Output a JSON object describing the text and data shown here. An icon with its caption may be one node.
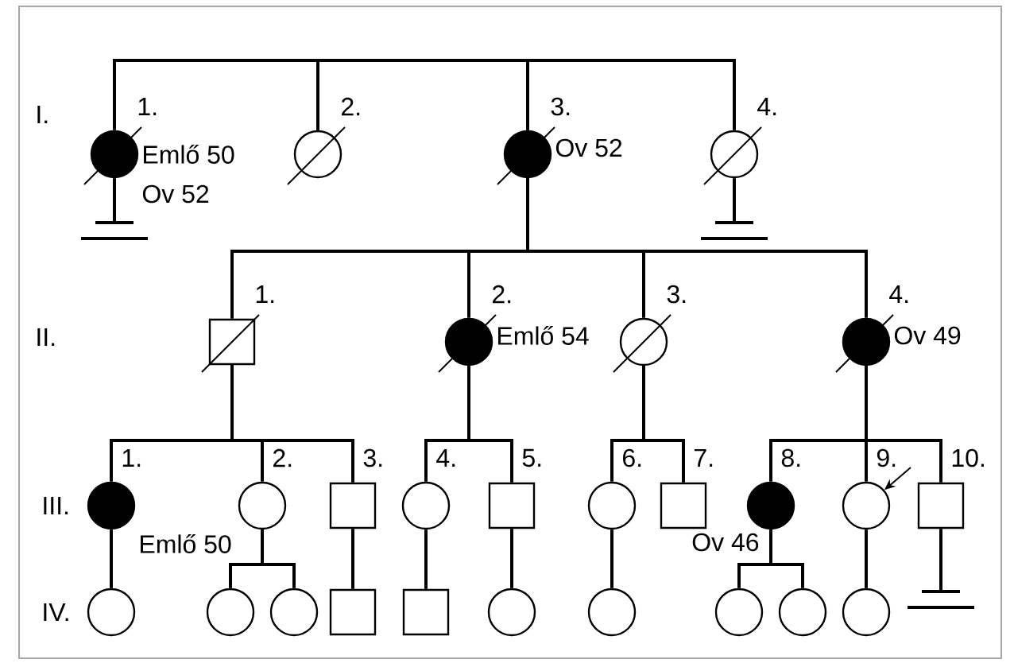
{
  "diagram": {
    "nodes": [
      {
        "text": [
          "1."
        ],
        "beside": [
          "Emlő 50",
          "Ov 52"
        ]
      },
      {
        "text": [
          "2."
        ]
      },
      {
        "text": [
          "3."
        ],
        "beside": [
          "Ov 52"
        ]
      },
      {
        "text": [
          "4."
        ]
      },
      {
        "text": [
          "1."
        ]
      },
      {
        "text": [
          "2."
        ],
        "beside": [
          "Emlő 54"
        ]
      },
      {
        "text": [
          "3."
        ]
      },
      {
        "text": [
          "4."
        ],
        "beside": [
          "Ov 49"
        ]
      },
      {
        "text": [
          "1."
        ],
        "beside": [
          "Emlő 50"
        ]
      },
      {
        "text": [
          "2."
        ]
      },
      {
        "text": [
          "3."
        ]
      },
      {
        "text": [
          "4."
        ]
      },
      {
        "text": [
          "5."
        ]
      },
      {
        "text": [
          "6."
        ]
      },
      {
        "text": [
          "7."
        ]
      },
      {
        "text": [
          "8."
        ],
        "beside": [
          "Ov 46"
        ]
      },
      {
        "text": [
          "9."
        ]
      },
      {
        "text": [
          "10."
        ]
      },
      {
        "text": [],
        "shape": "circle"
      },
      {
        "text": [],
        "shape": "circle"
      },
      {
        "text": [],
        "shape": "circle"
      },
      {
        "text": [],
        "shape": "box"
      },
      {
        "text": [],
        "shape": "box"
      },
      {
        "text": [],
        "shape": "circle"
      },
      {
        "text": [],
        "shape": "circle"
      },
      {
        "text": [],
        "shape": "circle"
      },
      {
        "text": [],
        "shape": "circle"
      },
      {
        "text": [],
        "shape": "circle"
      }
    ],
    "edges": [
      {
        "from": 0,
        "to": 1,
        "arrow": "none"
      },
      {
        "from": 1,
        "to": 2,
        "arrow": "none"
      },
      {
        "from": 2,
        "to": 3,
        "arrow": "none"
      },
      {
        "from": 2,
        "to": 4,
        "arrow": "none"
      },
      {
        "from": 2,
        "to": 5,
        "arrow": "none"
      },
      {
        "from": 2,
        "to": 6,
        "arrow": "none"
      },
      {
        "from": 2,
        "to": 7,
        "arrow": "none"
      },
      {
        "from": 4,
        "to": 8,
        "arrow": "none"
      },
      {
        "from": 4,
        "to": 9,
        "arrow": "none"
      },
      {
        "from": 4,
        "to": 10,
        "arrow": "none"
      },
      {
        "from": 5,
        "to": 11,
        "arrow": "none"
      },
      {
        "from": 5,
        "to": 12,
        "arrow": "none"
      },
      {
        "from": 6,
        "to": 13,
        "arrow": "none"
      },
      {
        "from": 6,
        "to": 14,
        "arrow": "none"
      },
      {
        "from": 7,
        "to": 15,
        "arrow": "none"
      },
      {
        "from": 7,
        "to": 16,
        "arrow": "none"
      },
      {
        "from": 7,
        "to": 17,
        "arrow": "none"
      },
      {
        "from": 8,
        "to": 18,
        "arrow": "none"
      },
      {
        "from": 9,
        "to": 19,
        "arrow": "none"
      },
      {
        "from": 9,
        "to": 20,
        "arrow": "none"
      },
      {
        "from": 10,
        "to": 21,
        "arrow": "none"
      },
      {
        "from": 11,
        "to": 22,
        "arrow": "none"
      },
      {
        "from": 12,
        "to": 23,
        "arrow": "none"
      },
      {
        "from": 13,
        "to": 24,
        "arrow": "none"
      },
      {
        "from": 15,
        "to": 25,
        "arrow": "none"
      },
      {
        "from": 15,
        "to": 26,
        "arrow": "none"
      },
      {
        "from": 16,
        "to": 27,
        "arrow": "none"
      },
      {
        "from": null,
        "to": 16,
        "arrow": "to"
      }
    ],
    "labels": [
      "I.",
      "II.",
      "III.",
      "IV."
    ]
  }
}
